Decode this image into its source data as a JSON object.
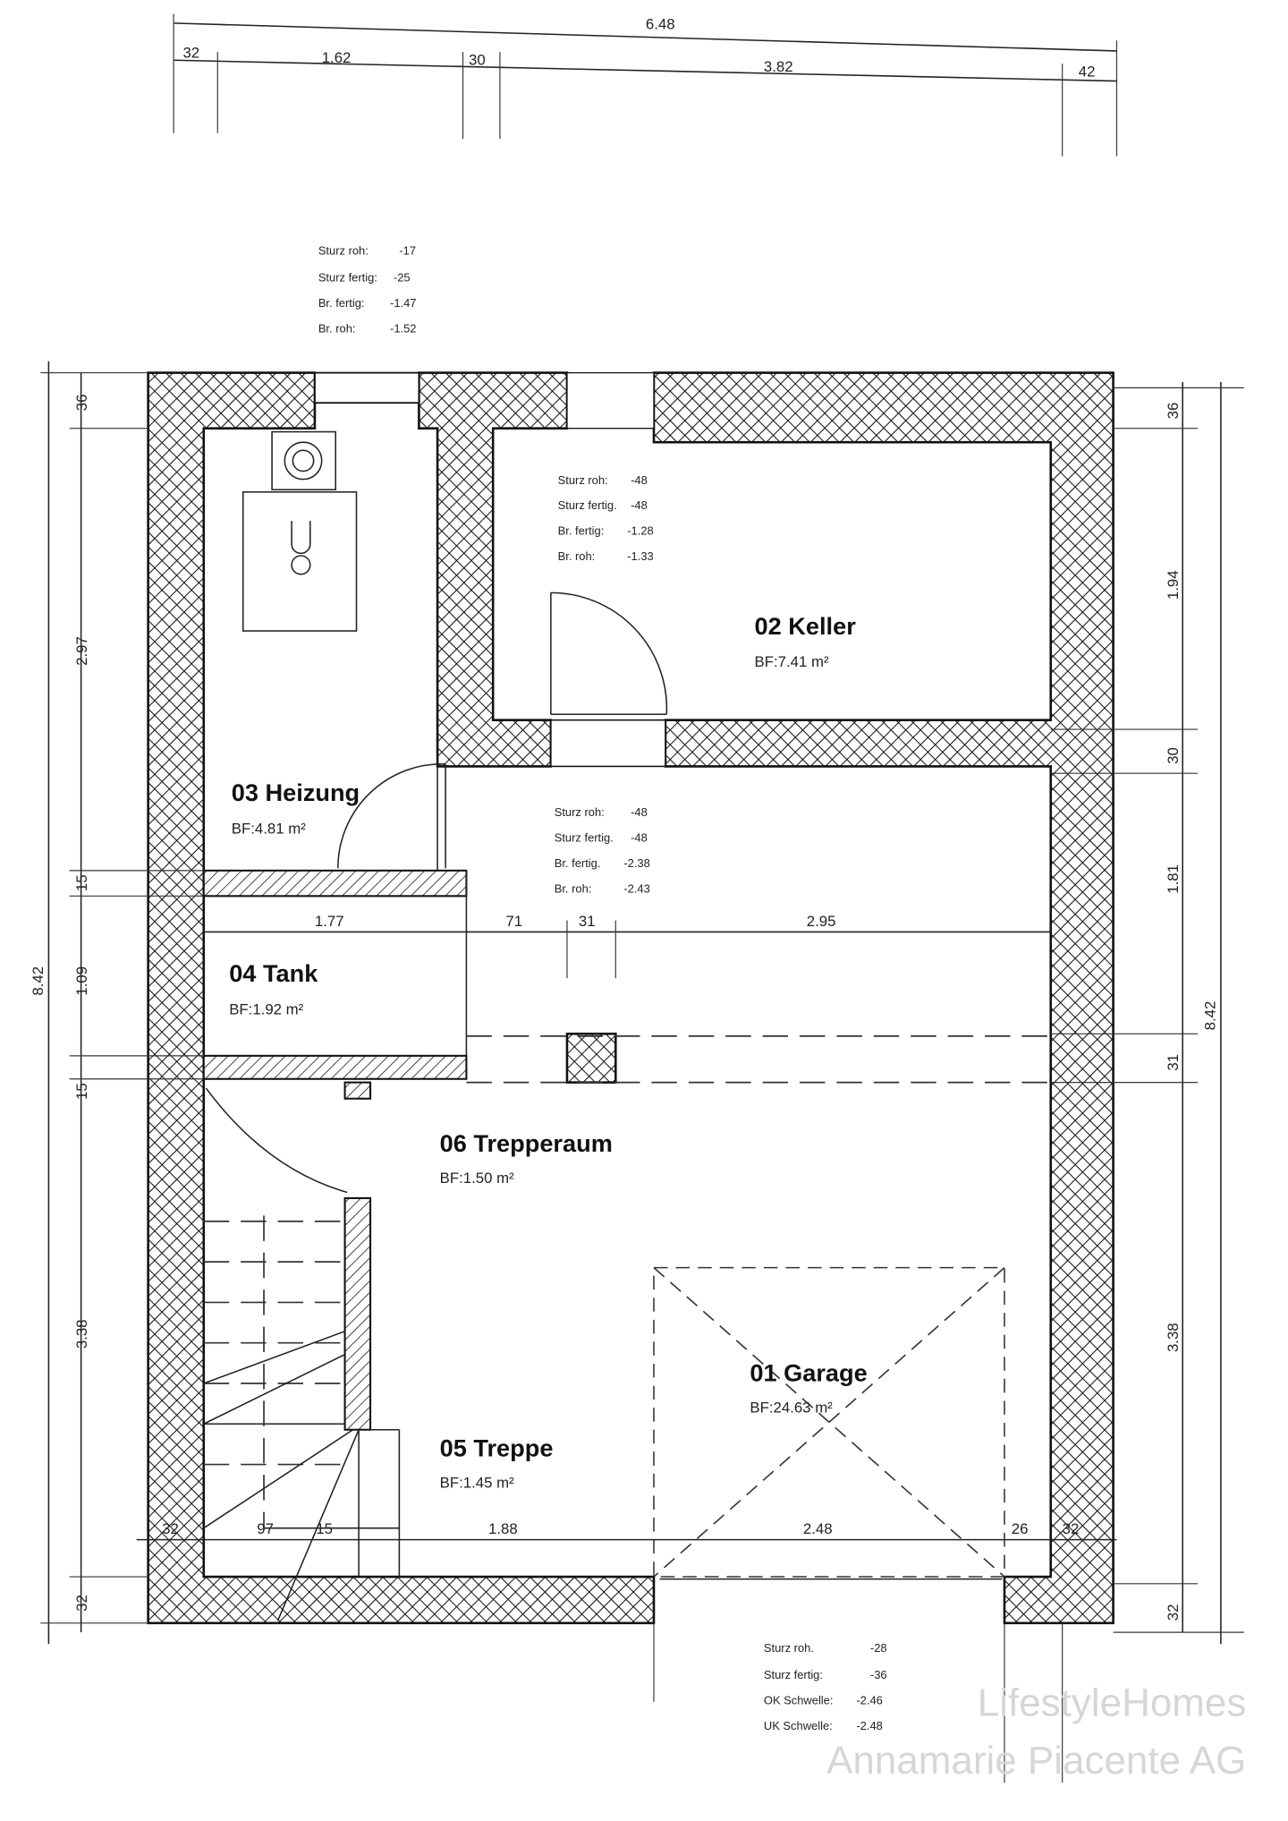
{
  "top_dimensions": {
    "overall": "6.48",
    "segments": [
      "32",
      "1.62",
      "30",
      "3.82",
      "42"
    ]
  },
  "left_dimensions": {
    "overall": "8.42",
    "segments": [
      "36",
      "2.97",
      "15",
      "1.09",
      "15",
      "3.38",
      "32"
    ]
  },
  "right_dimensions": {
    "overall": "8.42",
    "segments": [
      "36",
      "1.94",
      "30",
      "1.81",
      "31",
      "3.38",
      "32"
    ]
  },
  "inner_dimensions": {
    "middle_row": [
      "1.77",
      "71",
      "31",
      "2.95"
    ],
    "bottom_row": [
      "32",
      "97",
      "15",
      "1.88",
      "2.48",
      "26",
      "32"
    ]
  },
  "openings": [
    {
      "lines": [
        [
          "Sturz roh:",
          "-17"
        ],
        [
          "Sturz fertig:",
          "-25"
        ],
        [
          "Br. fertig:",
          "-1.47"
        ],
        [
          "Br. roh:",
          "-1.52"
        ]
      ]
    },
    {
      "lines": [
        [
          "Sturz roh:",
          "-48"
        ],
        [
          "Sturz fertig.",
          "-48"
        ],
        [
          "Br. fertig:",
          "-1.28"
        ],
        [
          "Br. roh:",
          "-1.33"
        ]
      ]
    },
    {
      "lines": [
        [
          "Sturz roh:",
          "-48"
        ],
        [
          "Sturz fertig.",
          "-48"
        ],
        [
          "Br. fertig.",
          "-2.38"
        ],
        [
          "Br. roh:",
          "-2.43"
        ]
      ]
    },
    {
      "lines": [
        [
          "Sturz roh.",
          "-28"
        ],
        [
          "Sturz fertig:",
          "-36"
        ],
        [
          "OK Schwelle:",
          "-2.46"
        ],
        [
          "UK Schwelle:",
          "-2.48"
        ]
      ]
    }
  ],
  "rooms": [
    {
      "name": "02 Keller",
      "area": "BF:7.41 m²"
    },
    {
      "name": "03 Heizung",
      "area": "BF:4.81 m²"
    },
    {
      "name": "04 Tank",
      "area": "BF:1.92 m²"
    },
    {
      "name": "06 Trepperaum",
      "area": "BF:1.50 m²"
    },
    {
      "name": "01 Garage",
      "area": "BF:24.63 m²"
    },
    {
      "name": "05 Treppe",
      "area": "BF:1.45 m²"
    }
  ],
  "watermark": [
    "LifestyleHomes",
    "Annamarie Piacente AG"
  ]
}
